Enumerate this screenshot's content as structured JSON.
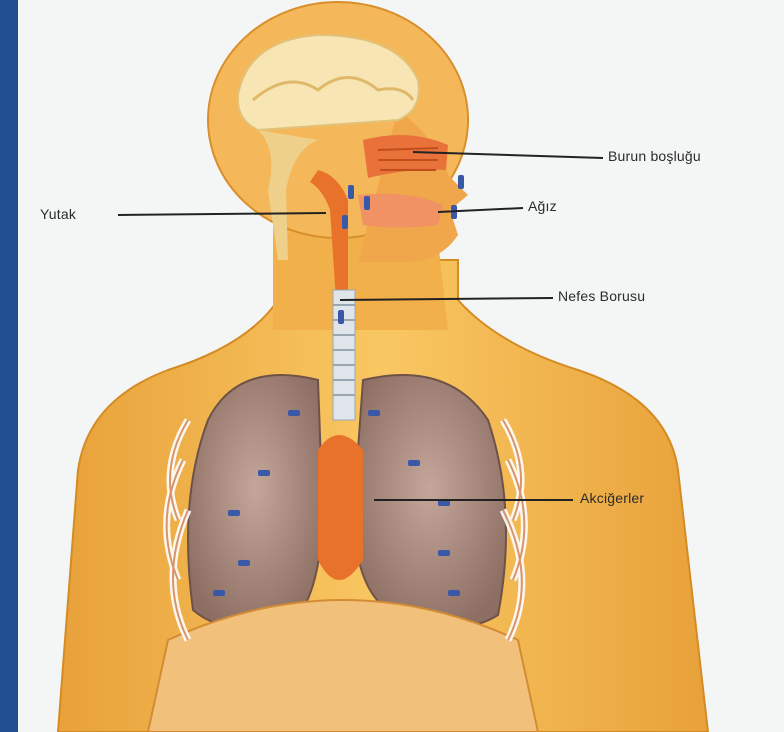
{
  "diagram": {
    "labels": {
      "nasal_cavity": "Burun boşluğu",
      "mouth": "Ağız",
      "pharynx": "Yutak",
      "trachea": "Nefes Borusu",
      "lungs": "Akciğerler"
    },
    "colors": {
      "frame_border": "#1f4f8f",
      "background": "#f4f6f6",
      "skin": "#f5b74a",
      "skin_shadow": "#e39b2a",
      "lung": "#a88a7a",
      "airway": "#e8722a",
      "oxygen_marker": "#3a58a8",
      "ribs": "#ffffff",
      "leader_line": "#222222"
    }
  }
}
